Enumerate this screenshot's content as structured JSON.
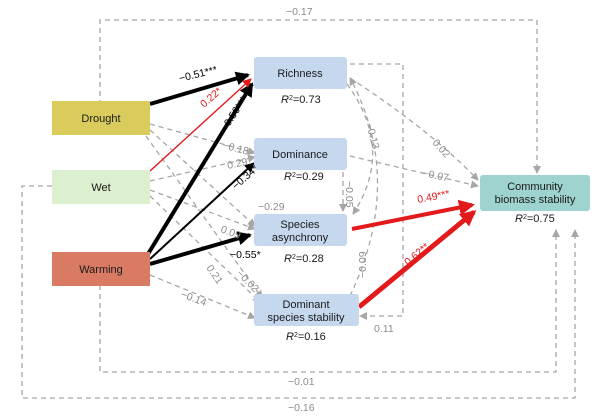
{
  "nodes": {
    "drought": {
      "label": "Drought",
      "fill": "#d9cc5c"
    },
    "wet": {
      "label": "Wet",
      "fill": "#dcefcf"
    },
    "warming": {
      "label": "Warming",
      "fill": "#d97a62"
    },
    "richness": {
      "label": "Richness",
      "r2_value": "=0.73",
      "fill": "#c6d8ee"
    },
    "dominance": {
      "label": "Dominance",
      "r2_value": "=0.29",
      "fill": "#c6d8ee"
    },
    "asynchrony": {
      "label_line1": "Species",
      "label_line2": "asynchrony",
      "r2_value": "=0.28",
      "fill": "#c6d8ee"
    },
    "dominant_stability": {
      "label_line1": "Dominant",
      "label_line2": "species stability",
      "r2_value": "=0.16",
      "fill": "#c6d8ee"
    },
    "community": {
      "label_line1": "Community",
      "label_line2": "biomass stability",
      "r2_value": "=0.75",
      "fill": "#9fd3cf"
    }
  },
  "r2_symbol": "R",
  "r2_superscript": "2",
  "colors": {
    "positive_significant": "#e31a1c",
    "negative_significant": "#000000",
    "nonsignificant": "#a6a6a6"
  },
  "paths": {
    "drought_richness": "−0.51***",
    "wet_richness": "0.22*",
    "warming_richness": "−0.56***",
    "drought_dominance": "−0.18",
    "wet_dominance": "0.29",
    "warming_dominance": "−0.34*",
    "wet_asynchrony": "−0.29",
    "drought_asynchrony": "0.09",
    "warming_asynchrony": "−0.55*",
    "drought_domstab": "0.21",
    "wet_domstab": "−0.02",
    "warming_domstab": "−0.14",
    "richness_community": "0.02",
    "dominance_community": "−0.07",
    "asynchrony_community": "0.49***",
    "domstab_community": "0.62**",
    "richness_asynchrony": "−0.13",
    "dominance_asynchrony": "−0.05",
    "domstab_richness": "−0.09",
    "richness_domstab": "0.11",
    "drought_community": "−0.17",
    "warming_community": "−0.01",
    "wet_community": "−0.16"
  }
}
